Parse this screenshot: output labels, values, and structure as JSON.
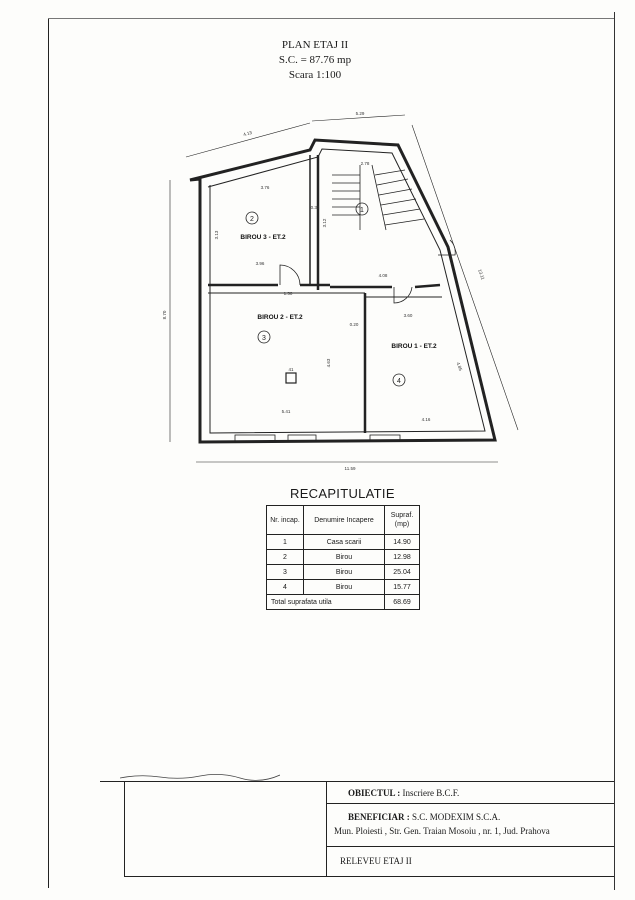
{
  "header": {
    "title": "PLAN  ETAJ II",
    "surface": "S.C. = 87.76 mp",
    "scale": "Scara 1:100"
  },
  "plan": {
    "rooms": [
      {
        "number": "1",
        "label": ""
      },
      {
        "number": "2",
        "label": "BIROU 3 - ET.2"
      },
      {
        "number": "3",
        "label": "BIROU 2 - ET.2"
      },
      {
        "number": "4",
        "label": "BIROU 1 - ET.2"
      }
    ],
    "dimensions": {
      "top_left": "4.13",
      "top_right": "5.29",
      "right_side": "13.11",
      "left_side": "8.70",
      "bottom": "11.59",
      "room2_width": "3.76",
      "room2_height": "3.13",
      "room2_lower": "3.96",
      "stair_width": "2.78",
      "stair_height": "3.12",
      "stair_bottom": "4.08",
      "corridor": "0.33",
      "room3_width": "5.41",
      "room3_height": "4.63",
      "room4_top": "3.60",
      "room4_bottom": "4.16",
      "room4_side": "4.85",
      "small_a": "1.50",
      "small_b": "0.20",
      "pillar": "41"
    }
  },
  "recap": {
    "title": "RECAPITULATIE",
    "headers": [
      "Nr. incap.",
      "Denumire Incapere",
      "Supraf. (mp)"
    ],
    "rows": [
      [
        "1",
        "Casa scarii",
        "14.90"
      ],
      [
        "2",
        "Birou",
        "12.98"
      ],
      [
        "3",
        "Birou",
        "25.04"
      ],
      [
        "4",
        "Birou",
        "15.77"
      ]
    ],
    "total_label": "Total suprafata utila",
    "total_value": "68.69"
  },
  "cartouche": {
    "obiectul_label": "OBIECTUL :",
    "obiectul_value": "Inscriere B.C.F.",
    "beneficiar_label": "BENEFICIAR :",
    "beneficiar_value": "S.C. MODEXIM S.C.A.",
    "address": "Mun. Ploiesti , Str. Gen. Traian Mosoiu , nr. 1, Jud. Prahova",
    "drawing": "RELEVEU ETAJ II"
  }
}
